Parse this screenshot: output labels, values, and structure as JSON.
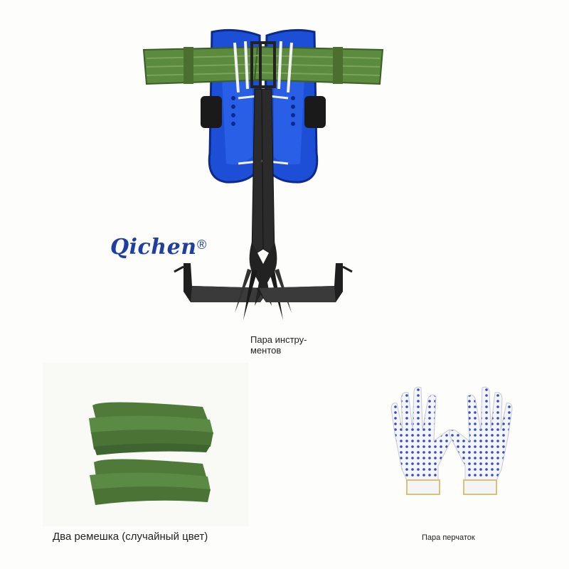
{
  "brand": {
    "name": "Qichen",
    "mark": "®"
  },
  "captions": {
    "tools_line1": "Пара инстру-",
    "tools_line2": "ментов",
    "straps": "Два ремешка (случайный цвет)",
    "gloves": "Пара перчаток"
  },
  "colors": {
    "brand_blue": "#1f3fa0",
    "guard_blue": "#1d4fd6",
    "strap_green": "#4f7a3a",
    "metal": "#2b2b2b",
    "glove_dot": "#2f4fb8"
  }
}
